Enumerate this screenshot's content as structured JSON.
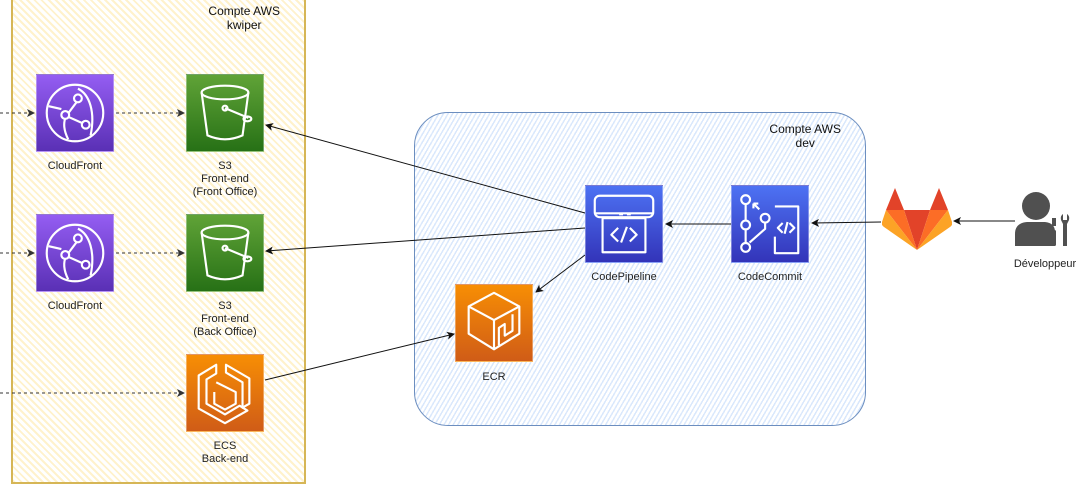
{
  "frames": {
    "kwiper": {
      "line1": "Compte AWS",
      "line2": "kwiper"
    },
    "dev": {
      "line1": "Compte AWS",
      "line2": "dev"
    }
  },
  "nodes": {
    "cloudfront_1": {
      "label": "CloudFront",
      "icon": "cloudfront-icon"
    },
    "cloudfront_2": {
      "label": "CloudFront",
      "icon": "cloudfront-icon"
    },
    "s3_front": {
      "line1": "S3",
      "line2": "Front-end",
      "line3": "(Front Office)",
      "icon": "s3-bucket-icon"
    },
    "s3_back": {
      "line1": "S3",
      "line2": "Front-end",
      "line3": "(Back Office)",
      "icon": "s3-bucket-icon"
    },
    "ecs": {
      "line1": "ECS",
      "line2": "Back-end",
      "icon": "ecs-icon"
    },
    "ecr": {
      "label": "ECR",
      "icon": "ecr-icon"
    },
    "codepipeline": {
      "label": "CodePipeline",
      "icon": "codepipeline-icon"
    },
    "codecommit": {
      "label": "CodeCommit",
      "icon": "codecommit-icon"
    },
    "gitlab": {
      "icon": "gitlab-icon"
    },
    "developer": {
      "label": "Développeur",
      "icon": "developer-icon"
    }
  },
  "colors": {
    "kwiper_border": "#d6b656",
    "kwiper_fill": "#fff2cc",
    "dev_border": "#6c8ebf",
    "dev_fill": "#dae8fc",
    "cloudfront": "#8c4fff",
    "s3": "#3f8624",
    "compute": "#ed7100",
    "devtools": "#3b48cc"
  },
  "edges": [
    {
      "from": "external",
      "to": "cloudfront_1",
      "style": "dashed"
    },
    {
      "from": "cloudfront_1",
      "to": "s3_front",
      "style": "dashed"
    },
    {
      "from": "external",
      "to": "cloudfront_2",
      "style": "dashed"
    },
    {
      "from": "cloudfront_2",
      "to": "s3_back",
      "style": "dashed"
    },
    {
      "from": "external",
      "to": "ecs",
      "style": "dashed"
    },
    {
      "from": "codepipeline",
      "to": "s3_front",
      "style": "solid"
    },
    {
      "from": "codepipeline",
      "to": "s3_back",
      "style": "solid"
    },
    {
      "from": "codepipeline",
      "to": "ecr",
      "style": "solid"
    },
    {
      "from": "ecs",
      "to": "ecr",
      "style": "solid"
    },
    {
      "from": "codecommit",
      "to": "codepipeline",
      "style": "solid"
    },
    {
      "from": "gitlab",
      "to": "codecommit",
      "style": "solid"
    },
    {
      "from": "developer",
      "to": "gitlab",
      "style": "solid"
    }
  ]
}
